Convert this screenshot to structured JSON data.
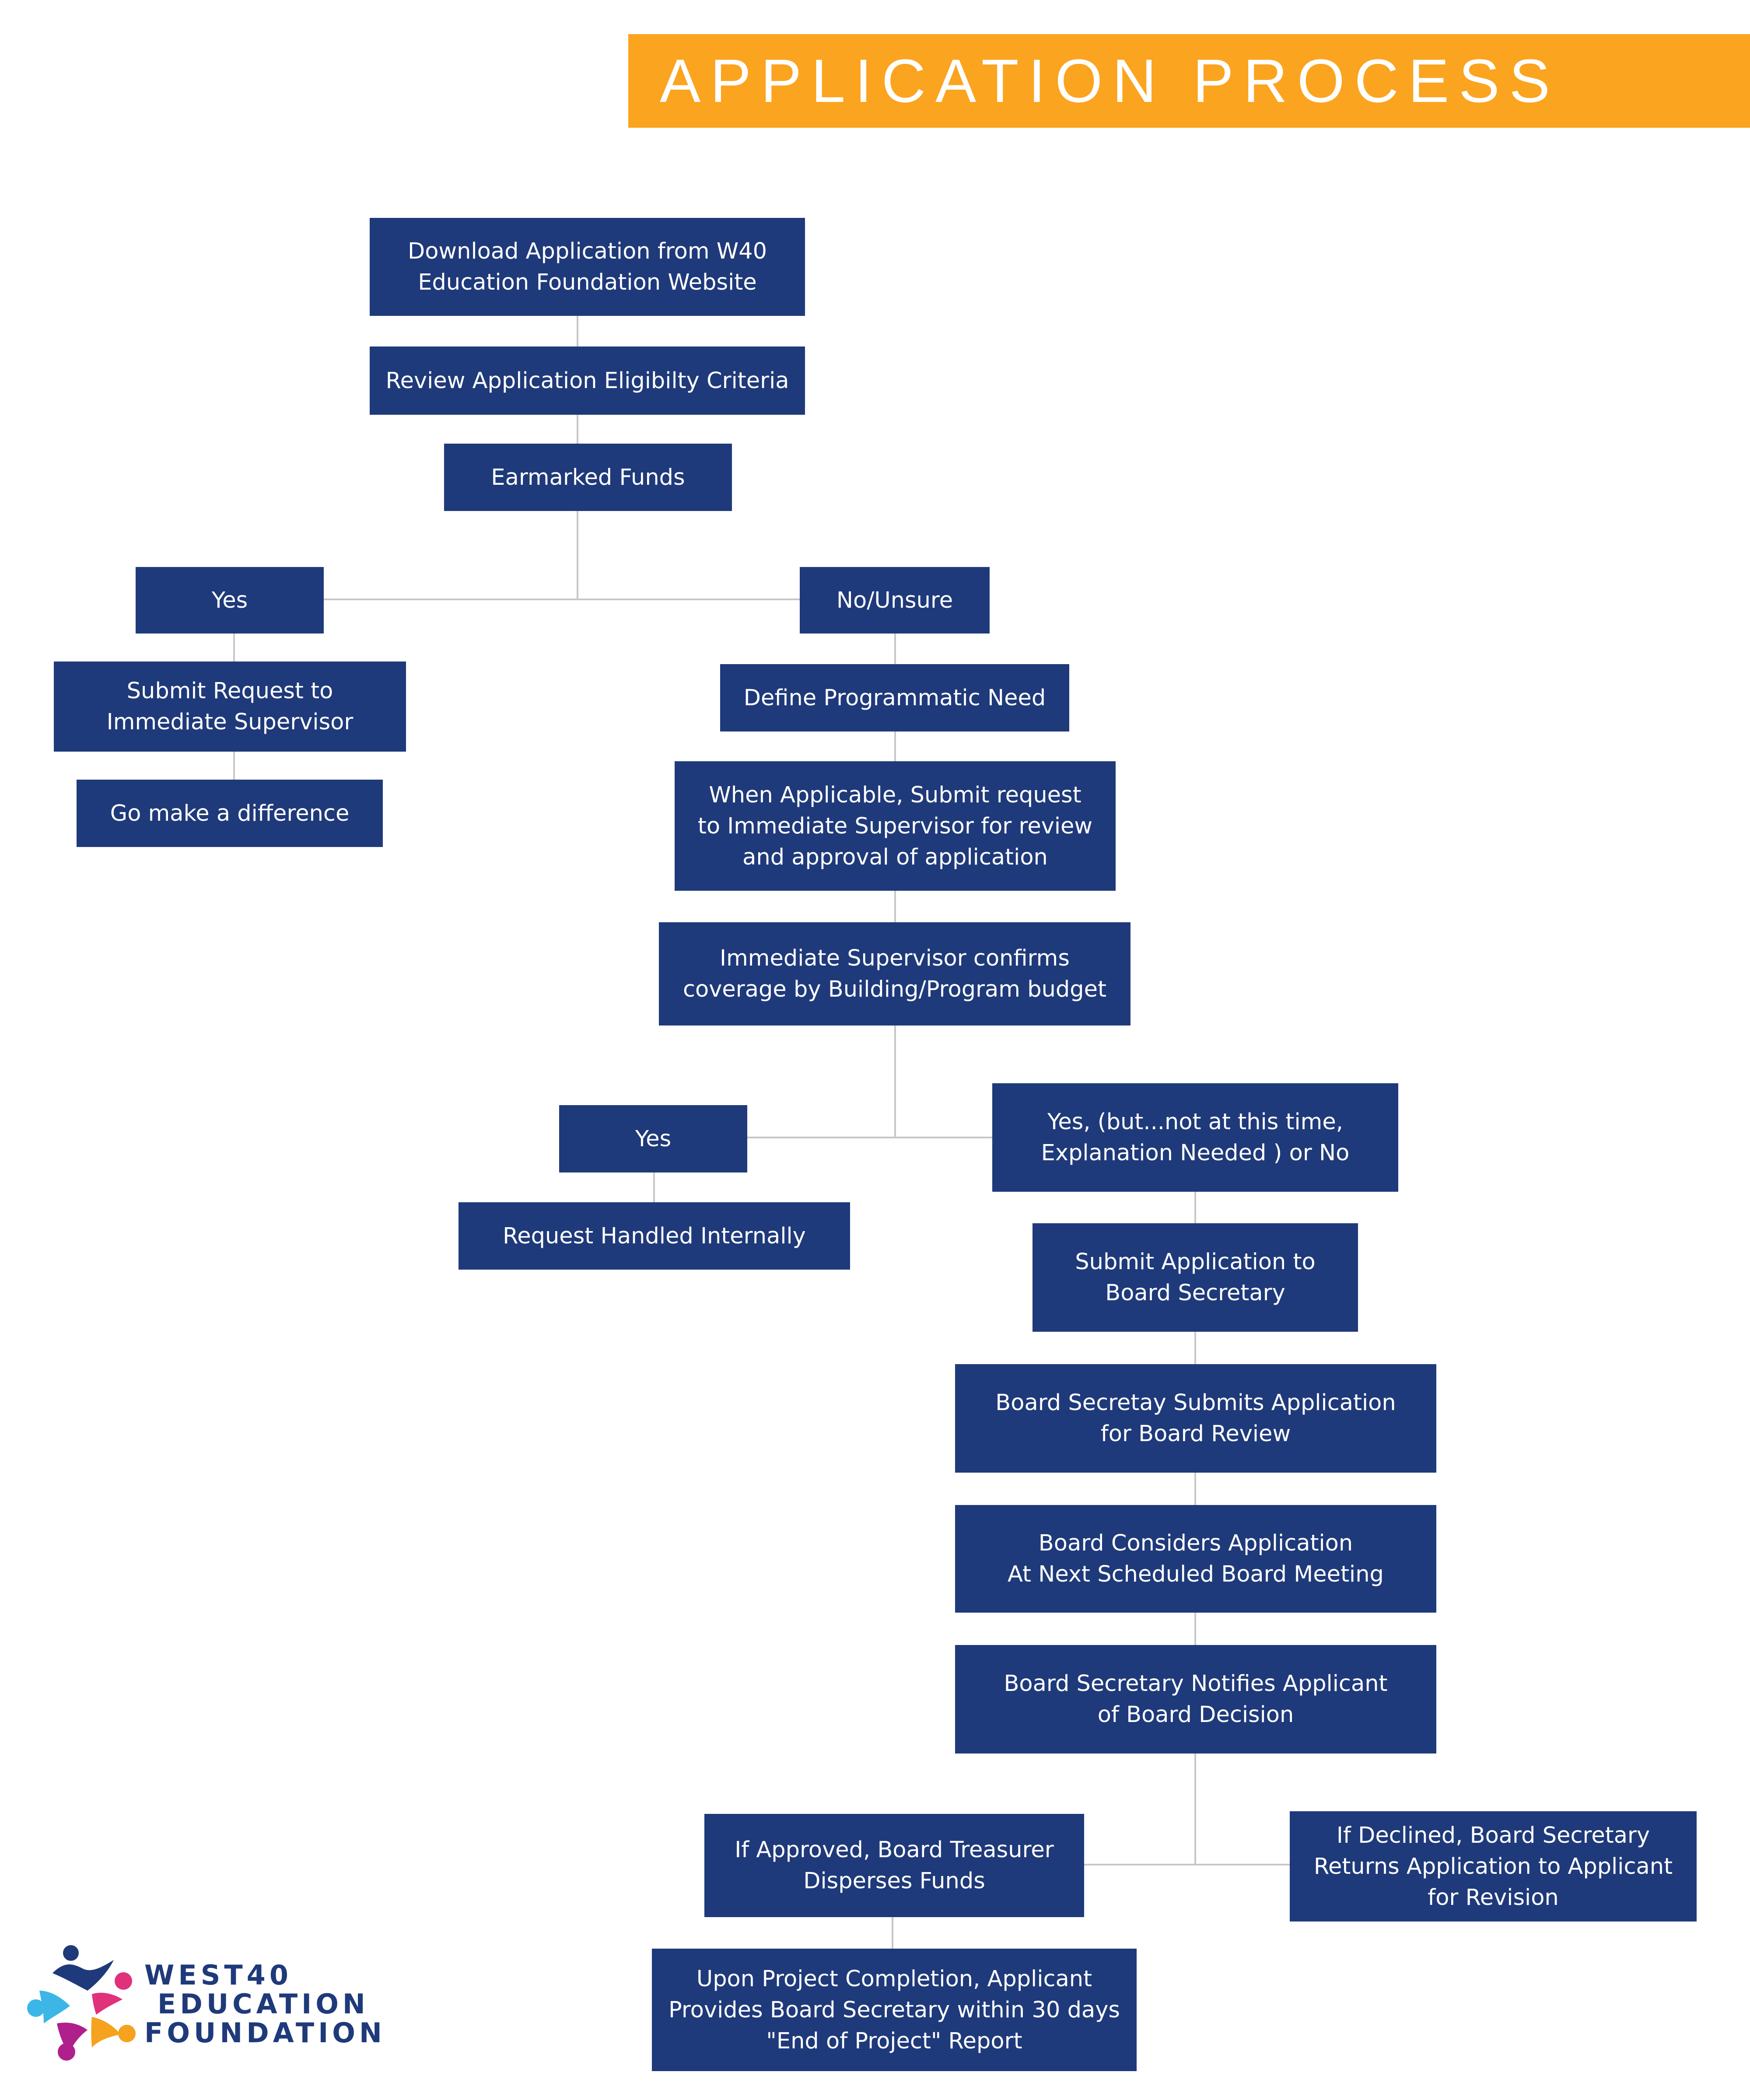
{
  "header": {
    "title": "APPLICATION PROCESS"
  },
  "nodes": {
    "download": "Download Application from W40\nEducation Foundation Website",
    "review": "Review Application Eligibilty Criteria",
    "earmarked": "Earmarked Funds",
    "yes_1": "Yes",
    "no_unsure": "No/Unsure",
    "submit_supervisor": "Submit Request to\nImmediate Supervisor",
    "make_difference": "Go make a difference",
    "define_need": "Define Programmatic Need",
    "when_applicable": "When Applicable, Submit request\nto Immediate Supervisor for review\nand approval of application",
    "supervisor_confirms": "Immediate Supervisor confirms\ncoverage by Building/Program budget",
    "yes_2": "Yes",
    "request_internal": "Request Handled Internally",
    "yes_but": "Yes, (but...not at this time,\nExplanation Needed ) or No",
    "submit_board": "Submit Application to\nBoard Secretary",
    "secretary_submits": "Board Secretay Submits Application\nfor Board Review",
    "board_considers": "Board Considers Application\nAt Next Scheduled Board Meeting",
    "secretary_notifies": "Board Secretary Notifies Applicant\nof Board Decision",
    "if_approved": "If Approved, Board Treasurer\nDisperses Funds",
    "if_declined": "If Declined, Board Secretary\nReturns Application to Applicant\nfor Revision",
    "project_completion": "Upon Project Completion, Applicant\nProvides Board Secretary within 30 days\n\"End of Project\" Report"
  },
  "logo": {
    "line1": "WEST40",
    "line2": "EDUCATION",
    "line3": "FOUNDATION",
    "icon_name": "people-star-logo-icon",
    "colors": {
      "blue": "#1F3A7A",
      "pink": "#E0317A",
      "orange": "#F5A21E",
      "magenta": "#B0208C",
      "cyan": "#3BB6E6"
    }
  },
  "colors": {
    "banner": "#FBA41F",
    "node": "#1F3A7A",
    "connector": "#C7C7C7"
  }
}
